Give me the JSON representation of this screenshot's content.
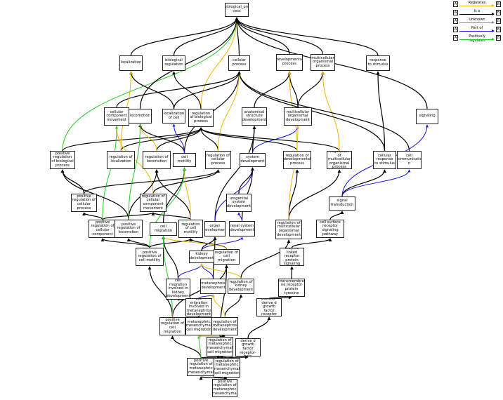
{
  "colors": {
    "regulates": "#f0b800",
    "is_a": "#000000",
    "unknown": "#8a8a8a",
    "part_of": "#1010e0",
    "positively_regulates": "#22cc22",
    "negatively_regulates": "#e02020"
  },
  "legend": [
    {
      "label": "Regulates",
      "from": "A",
      "to": "B",
      "type": "regulates"
    },
    {
      "label": "Is a",
      "from": "A",
      "to": "B",
      "type": "is_a"
    },
    {
      "label": "Unknown",
      "from": "A",
      "to": "B",
      "type": "unknown"
    },
    {
      "label": "Part of",
      "from": "A",
      "to": "B",
      "type": "part_of"
    },
    {
      "label": "Positively regulates",
      "from": "A",
      "to": "B",
      "type": "positively_regulates"
    }
  ],
  "nodes": [
    {
      "id": "bp",
      "label": "biological_pro cess"
    },
    {
      "id": "loc",
      "label": "localization"
    },
    {
      "id": "breg",
      "label": "biological regulation"
    },
    {
      "id": "cproc",
      "label": "cellular process"
    },
    {
      "id": "dev",
      "label": "developmental process"
    },
    {
      "id": "mcop",
      "label": "multicellular organismal process"
    },
    {
      "id": "rts",
      "label": "response to stimulus"
    },
    {
      "id": "ccm",
      "label": "cellular component movement"
    },
    {
      "id": "locom",
      "label": "locomotion"
    },
    {
      "id": "lcell",
      "label": "localization of cell"
    },
    {
      "id": "rbp",
      "label": "regulation of biological process"
    },
    {
      "id": "asd",
      "label": "anatomical structure development"
    },
    {
      "id": "mcod",
      "label": "multicellular organismal development"
    },
    {
      "id": "sig",
      "label": "signaling"
    },
    {
      "id": "prbp",
      "label": "positive regulation of biological process"
    },
    {
      "id": "rloc",
      "label": "regulation of localization"
    },
    {
      "id": "rlocom",
      "label": "regulation of locomotion"
    },
    {
      "id": "cmot",
      "label": "cell motility"
    },
    {
      "id": "rcp",
      "label": "regulation of cellular process"
    },
    {
      "id": "sysd",
      "label": "system development"
    },
    {
      "id": "rdp",
      "label": "regulation of developmental process"
    },
    {
      "id": "rmcop",
      "label": "regulation of multicellular organismal process"
    },
    {
      "id": "crs",
      "label": "cellular response to stimulus"
    },
    {
      "id": "ccomm",
      "label": "cell communicatio n"
    },
    {
      "id": "prcp",
      "label": "positive regulation of cellular process"
    },
    {
      "id": "rccm",
      "label": "regulation of cellular component movement"
    },
    {
      "id": "usd",
      "label": "urogenital system development"
    },
    {
      "id": "sigt",
      "label": "signal transduction"
    },
    {
      "id": "prccm",
      "label": "positive regulation of cellular component"
    },
    {
      "id": "prlocom",
      "label": "positive regulation of locomotion"
    },
    {
      "id": "cmig",
      "label": "cell migration"
    },
    {
      "id": "rcmot",
      "label": "regulation of cell motility"
    },
    {
      "id": "orgd",
      "label": "organ development"
    },
    {
      "id": "rsd",
      "label": "renal system development"
    },
    {
      "id": "rmcod",
      "label": "regulation of multicellular organismal development"
    },
    {
      "id": "csrsp",
      "label": "cell surface receptor signaling pathway"
    },
    {
      "id": "prcmot",
      "label": "positive regulation of cell motility"
    },
    {
      "id": "kd",
      "label": "kidney development"
    },
    {
      "id": "rcmig",
      "label": "regulation of cell migration"
    },
    {
      "id": "elrps",
      "label": "enzyme linked receptor protein signaling"
    },
    {
      "id": "cmkd",
      "label": "cell migration involved in kidney development"
    },
    {
      "id": "mnd",
      "label": "metanephros development"
    },
    {
      "id": "rkd",
      "label": "regulation of kidney development"
    },
    {
      "id": "tmrpt",
      "label": "transmembra ne receptor protein tyrosine"
    },
    {
      "id": "cmmd",
      "label": "cell migration involved in metanephros development"
    },
    {
      "id": "pdgfr",
      "label": "platelet-derive d growth factor receptor"
    },
    {
      "id": "prcmig",
      "label": "positive regulation of cell migration"
    },
    {
      "id": "mmcm",
      "label": "metanephric mesenchymal cell migration"
    },
    {
      "id": "rmnd",
      "label": "regulation of metanephros development"
    },
    {
      "id": "rmmcm",
      "label": "regulation of metanephric mesenchymal cell migration"
    },
    {
      "id": "pdgfrb",
      "label": "platelet-derive d growth factor receptor-beta"
    },
    {
      "id": "prmm",
      "label": "positive regulation of metanephric mesenchymal"
    },
    {
      "id": "rmmcm2",
      "label": "regulation of metanephric mesenchymal cell migration"
    },
    {
      "id": "prmm2",
      "label": "positive regulation of metanephric mesenchymal"
    }
  ],
  "edges": [
    [
      "loc",
      "bp",
      "is_a"
    ],
    [
      "breg",
      "bp",
      "is_a"
    ],
    [
      "cproc",
      "bp",
      "is_a"
    ],
    [
      "dev",
      "bp",
      "is_a"
    ],
    [
      "mcop",
      "bp",
      "is_a"
    ],
    [
      "rts",
      "bp",
      "is_a"
    ],
    [
      "sig",
      "bp",
      "is_a"
    ],
    [
      "rbp",
      "bp",
      "regulates"
    ],
    [
      "prbp",
      "bp",
      "positively_regulates"
    ],
    [
      "ccm",
      "cproc",
      "is_a"
    ],
    [
      "locom",
      "bp",
      "is_a"
    ],
    [
      "lcell",
      "loc",
      "is_a"
    ],
    [
      "lcell",
      "cproc",
      "is_a"
    ],
    [
      "rbp",
      "breg",
      "is_a"
    ],
    [
      "asd",
      "dev",
      "is_a"
    ],
    [
      "mcod",
      "dev",
      "is_a"
    ],
    [
      "mcod",
      "mcop",
      "is_a"
    ],
    [
      "prbp",
      "rbp",
      "is_a"
    ],
    [
      "rloc",
      "rbp",
      "is_a"
    ],
    [
      "rloc",
      "loc",
      "regulates"
    ],
    [
      "rlocom",
      "rbp",
      "is_a"
    ],
    [
      "rlocom",
      "locom",
      "regulates"
    ],
    [
      "cmot",
      "cproc",
      "is_a"
    ],
    [
      "cmot",
      "locom",
      "is_a"
    ],
    [
      "cmot",
      "lcell",
      "part_of"
    ],
    [
      "rcp",
      "rbp",
      "is_a"
    ],
    [
      "rcp",
      "cproc",
      "regulates"
    ],
    [
      "sysd",
      "asd",
      "is_a"
    ],
    [
      "sysd",
      "mcod",
      "part_of"
    ],
    [
      "rdp",
      "rbp",
      "is_a"
    ],
    [
      "rdp",
      "dev",
      "regulates"
    ],
    [
      "rmcop",
      "rbp",
      "is_a"
    ],
    [
      "rmcop",
      "mcop",
      "regulates"
    ],
    [
      "crs",
      "rts",
      "is_a"
    ],
    [
      "crs",
      "cproc",
      "is_a"
    ],
    [
      "ccomm",
      "cproc",
      "is_a"
    ],
    [
      "prcp",
      "rcp",
      "is_a"
    ],
    [
      "prcp",
      "prbp",
      "is_a"
    ],
    [
      "rccm",
      "rcp",
      "is_a"
    ],
    [
      "rccm",
      "ccm",
      "regulates"
    ],
    [
      "usd",
      "sysd",
      "is_a"
    ],
    [
      "sigt",
      "crs",
      "is_a"
    ],
    [
      "sigt",
      "ccomm",
      "part_of"
    ],
    [
      "sigt",
      "sig",
      "part_of"
    ],
    [
      "prccm",
      "rccm",
      "is_a"
    ],
    [
      "prccm",
      "prcp",
      "is_a"
    ],
    [
      "prccm",
      "ccm",
      "positively_regulates"
    ],
    [
      "prlocom",
      "rlocom",
      "is_a"
    ],
    [
      "prlocom",
      "prbp",
      "is_a"
    ],
    [
      "prlocom",
      "locom",
      "positively_regulates"
    ],
    [
      "cmig",
      "cmot",
      "is_a"
    ],
    [
      "rcmot",
      "rlocom",
      "is_a"
    ],
    [
      "rcmot",
      "rccm",
      "is_a"
    ],
    [
      "rcmot",
      "cmot",
      "regulates"
    ],
    [
      "orgd",
      "asd",
      "is_a"
    ],
    [
      "orgd",
      "sysd",
      "part_of"
    ],
    [
      "rsd",
      "sysd",
      "is_a"
    ],
    [
      "rsd",
      "usd",
      "part_of"
    ],
    [
      "rmcod",
      "rmcop",
      "is_a"
    ],
    [
      "rmcod",
      "rdp",
      "is_a"
    ],
    [
      "rmcod",
      "mcod",
      "regulates"
    ],
    [
      "csrsp",
      "sigt",
      "is_a"
    ],
    [
      "prcmot",
      "rcmot",
      "is_a"
    ],
    [
      "prcmot",
      "prlocom",
      "is_a"
    ],
    [
      "prcmot",
      "prccm",
      "is_a"
    ],
    [
      "prcmot",
      "cmot",
      "positively_regulates"
    ],
    [
      "kd",
      "orgd",
      "is_a"
    ],
    [
      "kd",
      "rsd",
      "part_of"
    ],
    [
      "rcmig",
      "rcmot",
      "is_a"
    ],
    [
      "rcmig",
      "cmig",
      "regulates"
    ],
    [
      "elrps",
      "csrsp",
      "is_a"
    ],
    [
      "cmkd",
      "cmig",
      "is_a"
    ],
    [
      "cmkd",
      "kd",
      "part_of"
    ],
    [
      "mnd",
      "kd",
      "part_of"
    ],
    [
      "mnd",
      "orgd",
      "is_a"
    ],
    [
      "rkd",
      "rmcod",
      "is_a"
    ],
    [
      "rkd",
      "kd",
      "regulates"
    ],
    [
      "tmrpt",
      "elrps",
      "is_a"
    ],
    [
      "cmmd",
      "cmkd",
      "is_a"
    ],
    [
      "cmmd",
      "mnd",
      "part_of"
    ],
    [
      "pdgfr",
      "tmrpt",
      "is_a"
    ],
    [
      "prcmig",
      "rcmig",
      "is_a"
    ],
    [
      "prcmig",
      "prcmot",
      "is_a"
    ],
    [
      "prcmig",
      "cmig",
      "positively_regulates"
    ],
    [
      "mmcm",
      "cmmd",
      "is_a"
    ],
    [
      "rmnd",
      "rkd",
      "is_a"
    ],
    [
      "rmnd",
      "mnd",
      "regulates"
    ],
    [
      "rmmcm",
      "rcmig",
      "is_a"
    ],
    [
      "rmmcm",
      "rmnd",
      "is_a"
    ],
    [
      "rmmcm",
      "mmcm",
      "regulates"
    ],
    [
      "pdgfrb",
      "pdgfr",
      "is_a"
    ],
    [
      "prmm",
      "prcmig",
      "is_a"
    ],
    [
      "prmm",
      "rmmcm",
      "is_a"
    ],
    [
      "prmm",
      "mmcm",
      "positively_regulates"
    ],
    [
      "rmmcm2",
      "rmmcm",
      "is_a"
    ],
    [
      "rmmcm2",
      "pdgfrb",
      "is_a"
    ],
    [
      "prmm2",
      "prmm",
      "is_a"
    ],
    [
      "prmm2",
      "rmmcm2",
      "is_a"
    ]
  ]
}
